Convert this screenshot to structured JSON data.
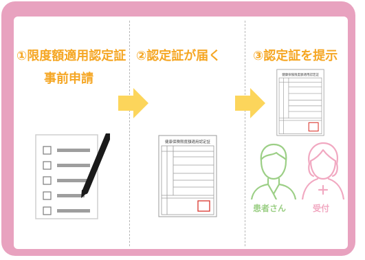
{
  "steps": [
    {
      "title": "①限度額適用認定証",
      "subtitle": "事前申請"
    },
    {
      "title": "②認定証が届く"
    },
    {
      "title": "③認定証を提示"
    }
  ],
  "people": {
    "patient_label": "患者さん",
    "reception_label": "受付"
  },
  "certificate": {
    "header_small": "健康保険限度額適用認定証"
  },
  "colors": {
    "frame": "#e8a2bf",
    "title": "#f5a623",
    "arrow": "#fcd55b",
    "patient": "#9ccf86",
    "reception": "#f1a8c1",
    "stamp": "#d9332b"
  }
}
